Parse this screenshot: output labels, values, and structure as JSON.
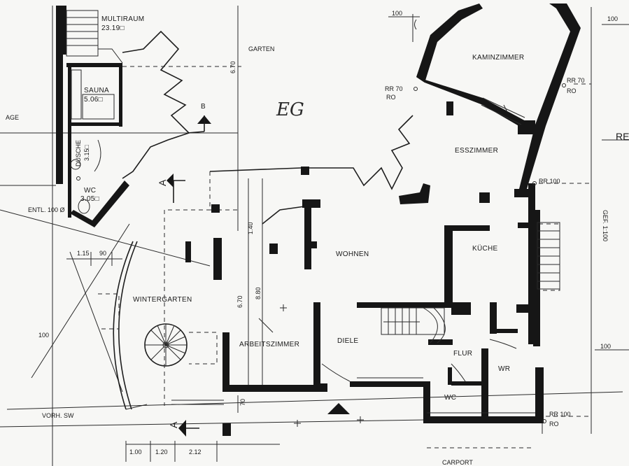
{
  "floor_tag": "EG",
  "rooms": {
    "multiraum": "MULTIRAUM",
    "multiraum_area": "23.19□",
    "sauna": "SAUNA",
    "sauna_area": "5.06□",
    "dusche": "DUSCHE",
    "dusche_area": "3.15□",
    "wc_left": "WC",
    "wc_left_area": "3.05□",
    "garten": "GARTEN",
    "kaminzimmer": "KAMINZIMMER",
    "esszimmer": "ESSZIMMER",
    "wohnen": "WOHNEN",
    "kueche": "KÜCHE",
    "wintergarten": "WINTERGARTEN",
    "arbeitszimmer": "ARBEITSZIMMER",
    "diele": "DIELE",
    "flur": "FLUR",
    "wc_right": "WC",
    "wr": "WR",
    "carport": "CARPORT",
    "garage_partial": "AGE"
  },
  "annotations": {
    "entl": "ENTL. 100 Ø",
    "rr70_left": "RR 70",
    "ro_left": "RO",
    "rr70_right": "RR 70",
    "ro_right": "RO",
    "rr100_mid": "RR 100",
    "rr100_bottom": "RR 100",
    "ro_bottom": "RO",
    "gef": "GEF. 1:100",
    "vorh_sw": "VORH. SW",
    "re_partial": "RE"
  },
  "dimensions": {
    "d_670_top": "6.70",
    "d_100_top_mid": "100",
    "d_100_top_right": "100",
    "d_140": "1.40",
    "d_670_mid": "6.70",
    "d_880": "8.80",
    "d_115": "1.15",
    "d_90": "90",
    "d_100_left": "100",
    "d_100_right": "100",
    "d_70": "70",
    "d_100_bottom": "1.00",
    "d_120_bottom": "1.20",
    "d_212_bottom": "2.12"
  },
  "section_marks": {
    "b": "B",
    "a_upper": "A",
    "a_lower": "A"
  }
}
